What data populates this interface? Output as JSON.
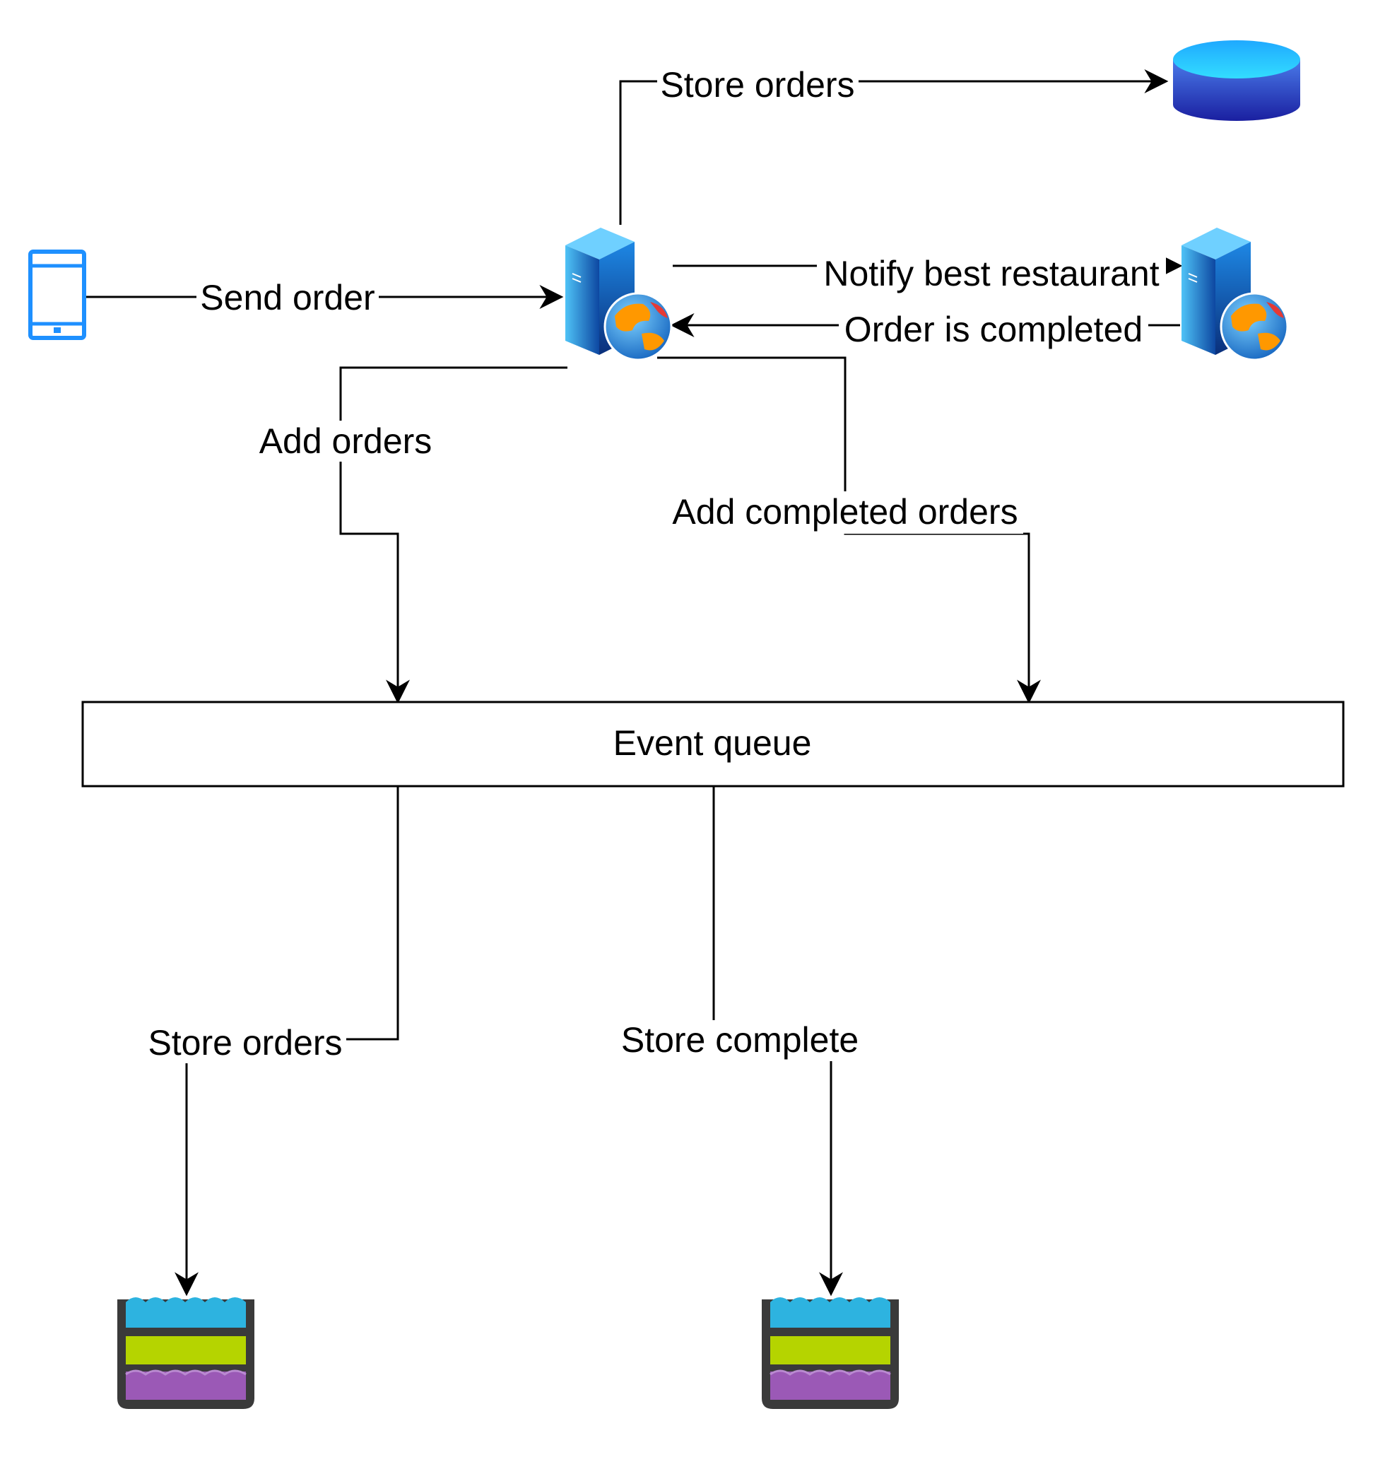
{
  "diagram": {
    "edges": {
      "send_order": "Send order",
      "store_orders_top": "Store orders",
      "notify_best_restaurant": "Notify best restaurant",
      "order_is_completed": "Order is completed",
      "add_orders": "Add orders",
      "add_completed_orders": "Add completed orders",
      "store_orders_bottom": "Store orders",
      "store_complete": "Store complete"
    },
    "nodes": {
      "event_queue": "Event queue"
    },
    "icons": {
      "client": "mobile-phone-icon",
      "api_server": "web-server-icon",
      "restaurant_server": "web-server-icon",
      "database": "database-cylinder-icon",
      "orders_lake": "data-lake-icon",
      "complete_lake": "data-lake-icon"
    },
    "colors": {
      "phone": "#1E90FF",
      "db_top": "#29C6FF",
      "db_body": "#2233BB",
      "lake_frame": "#3A3A3A",
      "lake_water": "#2DB3E0",
      "lake_green": "#B5D400",
      "lake_purple": "#9B59B6"
    }
  }
}
